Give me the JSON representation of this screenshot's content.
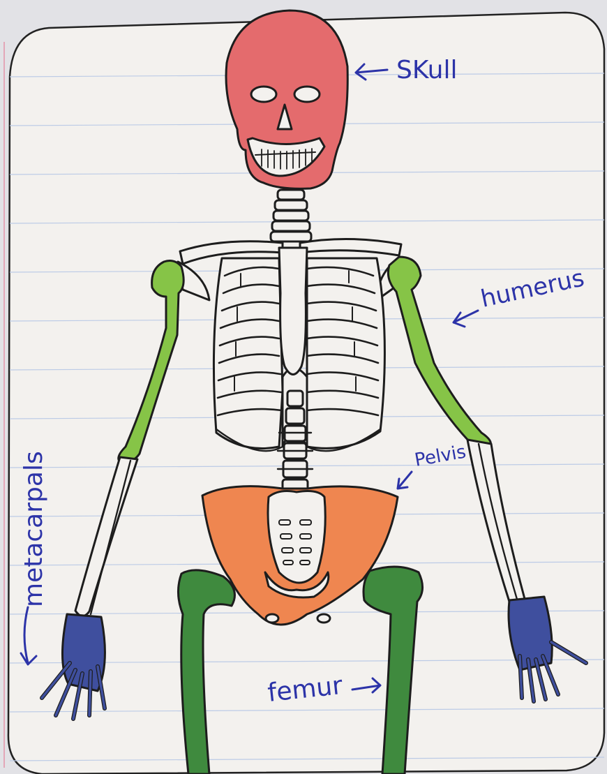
{
  "labels": {
    "skull": "SKull",
    "humerus": "humerus",
    "pelvis": "Pelvis",
    "metacarpals": "metacarpals",
    "femur": "femur"
  },
  "colors": {
    "paper": "#f3f1ee",
    "rule_line": "#b9c8e6",
    "margin_line": "#e3a7b8",
    "outline": "#1d1d1d",
    "skull": "#e46b6d",
    "humerus": "#86c447",
    "pelvis": "#ef8650",
    "metacarpals": "#3f4f9e",
    "femur": "#3f8a3e",
    "ink": "#2c33a8"
  }
}
